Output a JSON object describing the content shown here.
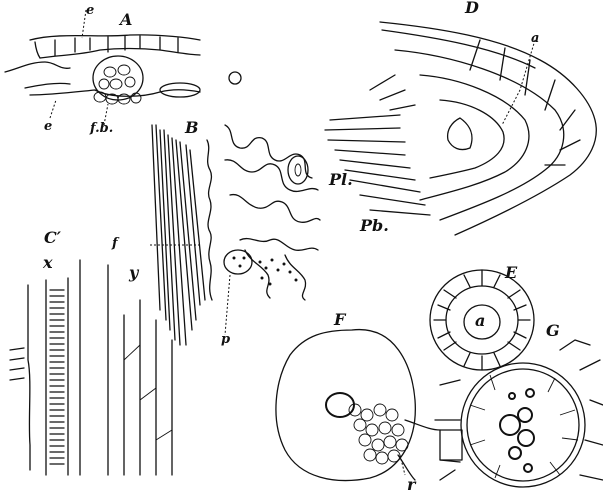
{
  "figure": {
    "description": "Botanical plate of plant tissue drawings (figures A–G)",
    "panels": [
      {
        "id": "A",
        "label": "A",
        "subject": "leaf cross-section with fibrovascular bundle",
        "annotations": [
          "e",
          "e",
          "f.b."
        ]
      },
      {
        "id": "B",
        "label": "B",
        "subject": "epidermis with wavy cell walls, stoma and fibres",
        "annotations": [
          "f",
          "p",
          "Pl."
        ]
      },
      {
        "id": "C",
        "label": "C′",
        "subject": "longitudinal tracheids / vessels",
        "annotations": [
          "x",
          "y"
        ]
      },
      {
        "id": "D",
        "label": "D",
        "subject": "root tip with apical cell",
        "annotations": [
          "a",
          "Pl.",
          "Pb."
        ]
      },
      {
        "id": "E",
        "label": "E",
        "subject": "cross-section of root apex with apical cell",
        "annotations": [
          "a"
        ]
      },
      {
        "id": "F",
        "label": "F",
        "subject": "spore / prothallium with cell mass",
        "annotations": [
          "r"
        ]
      },
      {
        "id": "G",
        "label": "G",
        "subject": "cross-section of vascular bundle (stele)",
        "annotations": []
      }
    ]
  },
  "labels": {
    "A": "A",
    "A_e_top": "e",
    "A_e_bottom": "e",
    "A_fb": "f.b.",
    "B": "B",
    "B_f": "f",
    "B_p": "p",
    "B_Pl": "Pl.",
    "C": "C′",
    "C_x": "x",
    "C_y": "y",
    "D": "D",
    "D_a": "a",
    "D_Pb": "Pb.",
    "E": "E",
    "E_a": "a",
    "F": "F",
    "F_r": "r",
    "G": "G"
  }
}
